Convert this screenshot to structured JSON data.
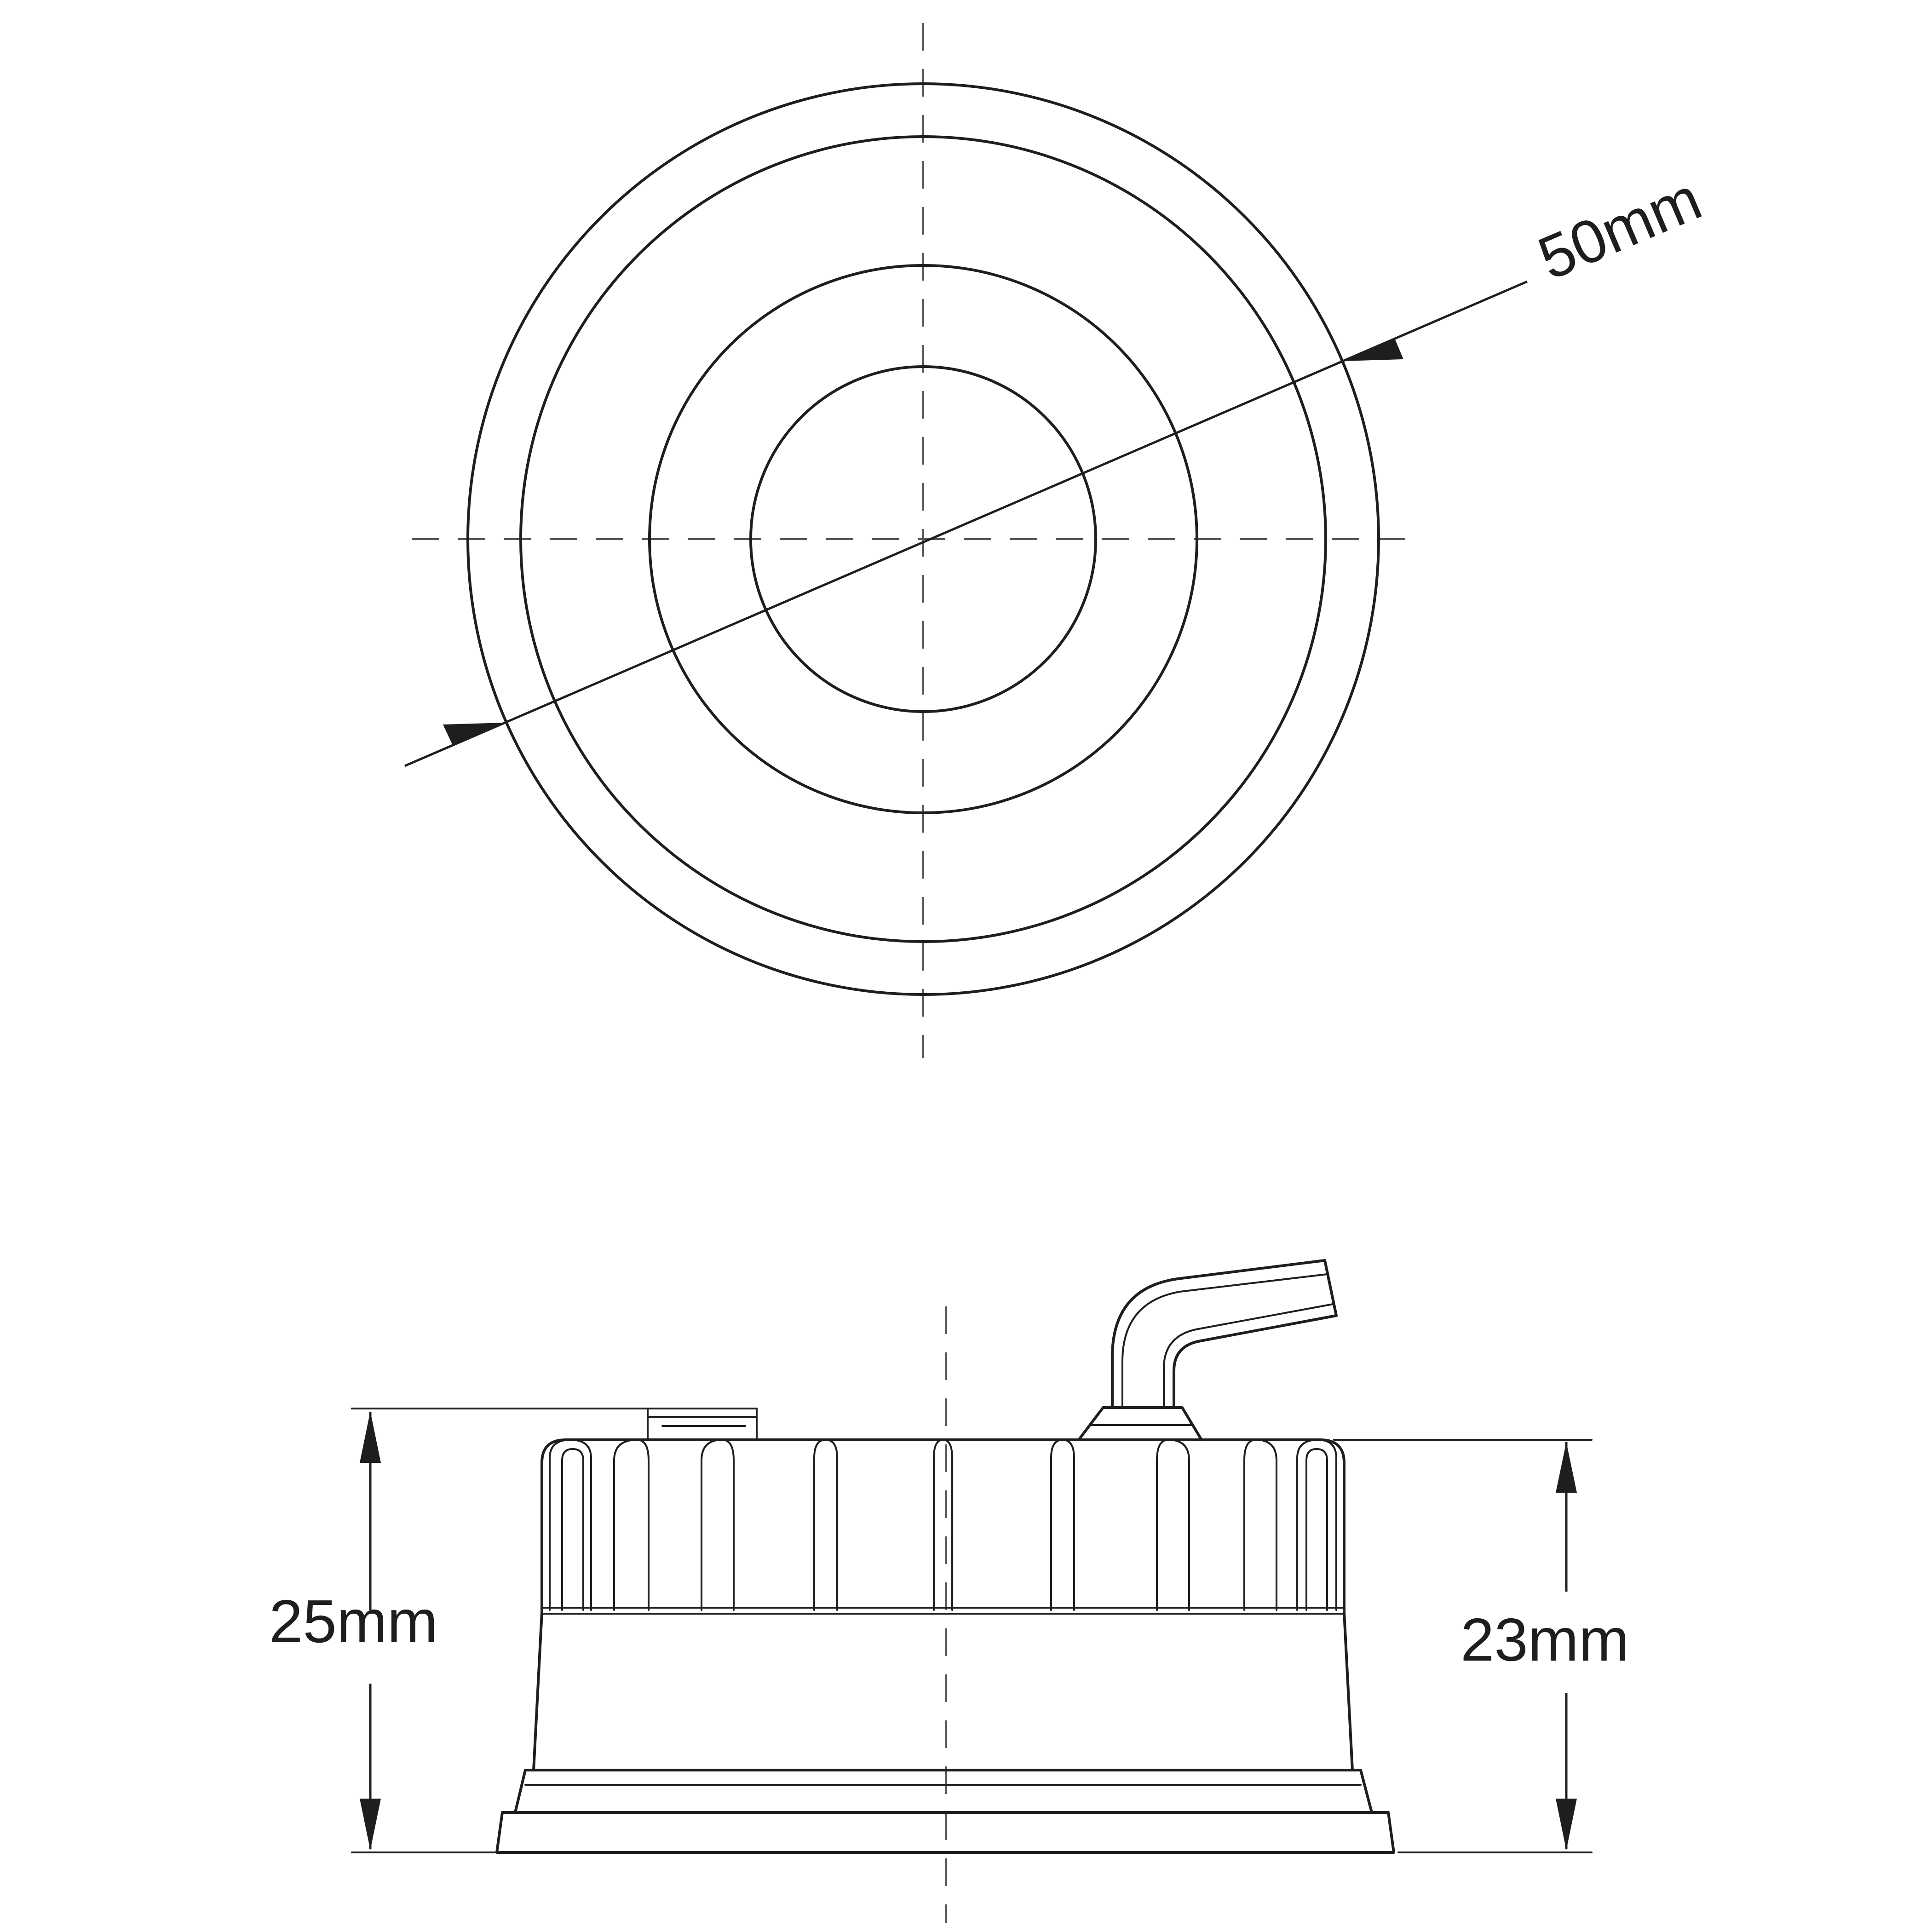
{
  "top_view": {
    "diameter_label": "50mm"
  },
  "side_view": {
    "overall_height_label": "25mm",
    "body_height_label": "23mm"
  },
  "colors": {
    "line": "#1e1e1e",
    "background": "#ffffff"
  }
}
